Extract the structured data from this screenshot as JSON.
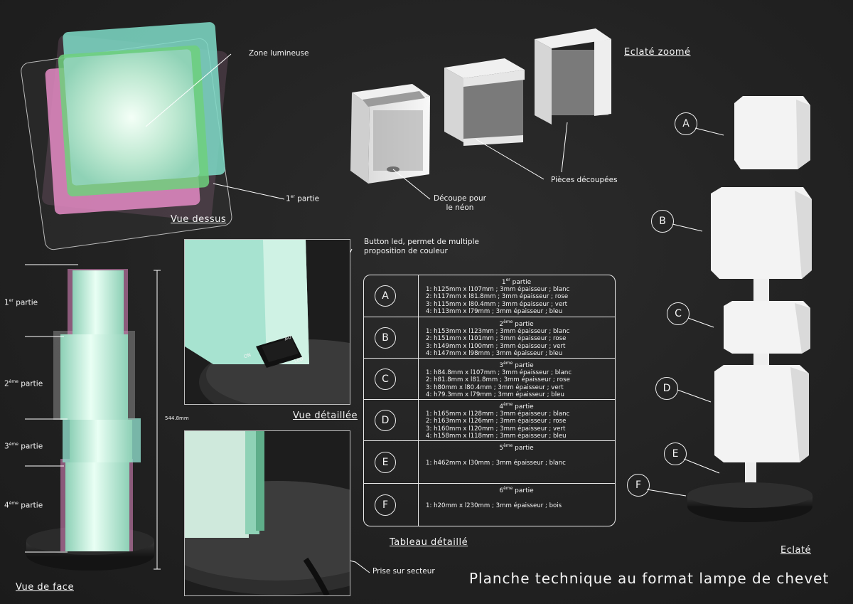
{
  "titles": {
    "vue_dessus": "Vue dessus",
    "eclate_zoome": "Eclaté zoomé",
    "vue_detaillee": "Vue détaillée",
    "vue_de_face": "Vue de face",
    "tableau": "Tableau détaillé",
    "eclate": "Eclaté",
    "main": "Planche technique au format lampe de chevet"
  },
  "top_view": {
    "zone_lumineuse": "Zone lumineuse",
    "premiere_partie_num": "1",
    "premiere_partie_sup": "er",
    "premiere_partie_word": "partie"
  },
  "exploded_zoom": {
    "decoupe_line1": "Découpe pour",
    "decoupe_line2": "le néon",
    "pieces": "Pièces découpées"
  },
  "detail": {
    "button_led_line1": "Button led, permet de multiple",
    "button_led_line2": "proposition de couleur",
    "prise": "Prise sur secteur",
    "btn_on": "ON",
    "btn_off": "Off",
    "btn_led": "LED"
  },
  "front": {
    "height": "544.8mm",
    "parts": [
      {
        "num": "1",
        "sup": "er",
        "word": "partie"
      },
      {
        "num": "2",
        "sup": "ème",
        "word": "partie"
      },
      {
        "num": "3",
        "sup": "ème",
        "word": "partie"
      },
      {
        "num": "4",
        "sup": "ème",
        "word": "partie"
      }
    ]
  },
  "table": {
    "rows": [
      {
        "letter": "A",
        "t_num": "1",
        "t_sup": "er",
        "t_word": "partie",
        "lines": [
          "1: h125mm x l107mm ; 3mm épaisseur ; blanc",
          "2: h117mm x l81.8mm ; 3mm épaisseur ; rose",
          "3: h115mm x l80.4mm ; 3mm épaisseur ; vert",
          "4: h113mm x l79mm ; 3mm épaisseur ; bleu"
        ]
      },
      {
        "letter": "B",
        "t_num": "2",
        "t_sup": "ème",
        "t_word": "partie",
        "lines": [
          "1: h153mm x l123mm ; 3mm épaisseur ; blanc",
          "2: h151mm x l101mm ; 3mm épaisseur ; rose",
          "3: h149mm x l100mm ; 3mm épaisseur ; vert",
          "4: h147mm x l98mm ; 3mm épaisseur ; bleu"
        ]
      },
      {
        "letter": "C",
        "t_num": "3",
        "t_sup": "ème",
        "t_word": "partie",
        "lines": [
          "1: h84.8mm x l107mm ; 3mm épaisseur ; blanc",
          "2: h81.8mm x l81.8mm ; 3mm épaisseur ; rose",
          "3: h80mm x l80.4mm ; 3mm épaisseur ; vert",
          "4: h79.3mm x l79mm ; 3mm épaisseur ; bleu"
        ]
      },
      {
        "letter": "D",
        "t_num": "4",
        "t_sup": "ème",
        "t_word": "partie",
        "lines": [
          "1: h165mm x l128mm ; 3mm épaisseur ; blanc",
          "2: h163mm x l126mm ; 3mm épaisseur ; rose",
          "3: h160mm x l120mm ; 3mm épaisseur ; vert",
          "4: h158mm x l118mm ; 3mm épaisseur ; bleu"
        ]
      },
      {
        "letter": "E",
        "t_num": "5",
        "t_sup": "ème",
        "t_word": "partie",
        "lines": [
          "1: h462mm x l30mm ; 3mm épaisseur ; blanc"
        ]
      },
      {
        "letter": "F",
        "t_num": "6",
        "t_sup": "ème",
        "t_word": "partie",
        "lines": [
          "1: h20mm x l230mm ; 3mm épaisseur ; bois"
        ]
      }
    ]
  },
  "exploded_letters": [
    "A",
    "B",
    "C",
    "D",
    "E",
    "F"
  ],
  "colors": {
    "background": "#232323",
    "pink": "#e48bc4",
    "green": "#7fe08a",
    "blue": "#8fdccb",
    "white_piece": "#f2f2f2"
  }
}
